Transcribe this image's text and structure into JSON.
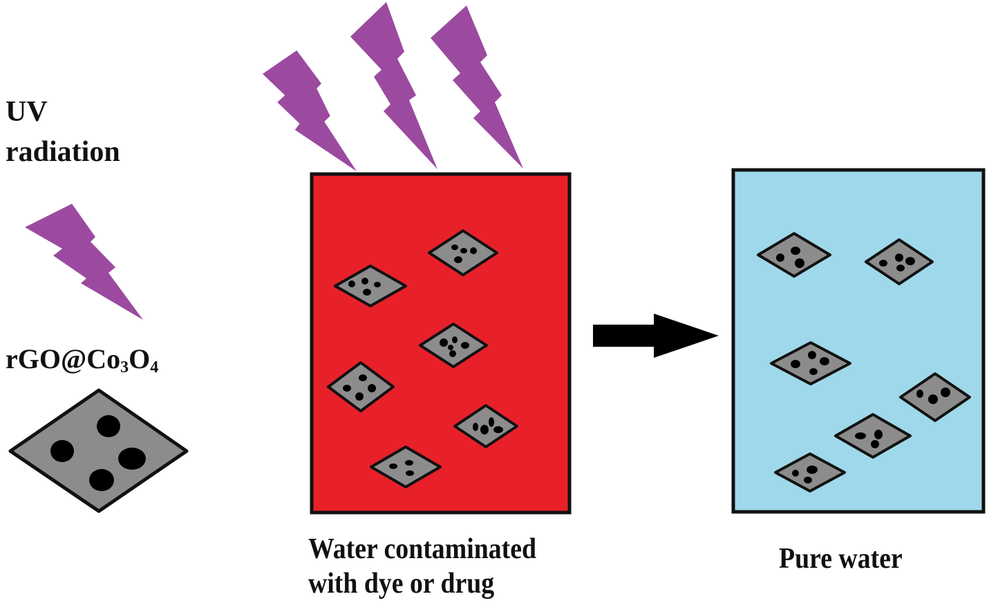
{
  "title": "Photocatalytic degradation of dye/drug with rGO@Co3O4 under UV radiation",
  "labels": {
    "uv_line1": "UV",
    "uv_line2": "radiation",
    "catalyst_prefix": "rGO@Co",
    "catalyst_sub1": "3",
    "catalyst_mid": "O",
    "catalyst_sub2": "4",
    "contaminated_line1": "Water contaminated",
    "contaminated_line2": "with dye or drug",
    "pure": "Pure water"
  },
  "colors": {
    "uv_bolt": "#9b4aa0",
    "contaminated_water": "#e8202a",
    "pure_water": "#9fd8ea",
    "catalyst_sheet": "#8c8c8c",
    "nanoparticle": "#000000",
    "outline": "#111111"
  },
  "legend": {
    "uv_icon": "lightning-bolt-icon",
    "catalyst_icon": "rgo-co3o4-sheet-icon"
  },
  "containers": [
    {
      "name": "contaminated-water",
      "particle_count": 6,
      "uv_bolts": 3
    },
    {
      "name": "pure-water",
      "particle_count": 6
    }
  ],
  "process_arrow": "right-arrow-icon"
}
